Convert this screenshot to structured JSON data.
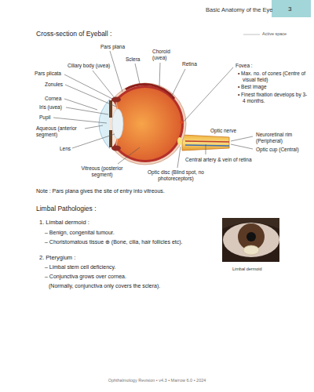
{
  "diagram": {
    "labels": [
      "Basic Anatomy of the Eye",
      "3",
      "Active space",
      "Cross-section of Eyeball :",
      "Pars plana",
      "Choroid (uvea)",
      "Sclera",
      "Retina",
      "Ciliary body (uvea)",
      "Pars plicata",
      "Zonules",
      "Cornea",
      "Iris (uvea)",
      "Pupil",
      "Aqueous (anterior segment)",
      "Lens",
      "Vitreous (posterior segment)",
      "Optic disc (Blind spot, no photoreceptors)",
      "Central artery & vein of retina",
      "Optic nerve",
      "Neuroretinal rim (Peripheral)",
      "Optic cup (Central)",
      "Fovea :",
      "• Max. no. of cones (Centre of visual field)",
      "• Best image",
      "• Finest fixation develops by 3-4 months.",
      "Note : Pars plana gives the site of entry into vitreous.",
      "Limbal Pathologies :",
      "1. Limbal dermoid :",
      "– Benign, congenital tumour.",
      "– Choristomatous tissue ⊕ (Bone, cilia, hair follicles etc).",
      "2. Pterygium :",
      "– Limbal stem cell deficiency.",
      "– Conjunctiva grows over cornea.",
      "(Normally, conjunctiva only covers the sclera).",
      "Limbal dermoid",
      "Ophthalmology Revision • v4.3 • Marrow 6.0 • 2024"
    ]
  }
}
